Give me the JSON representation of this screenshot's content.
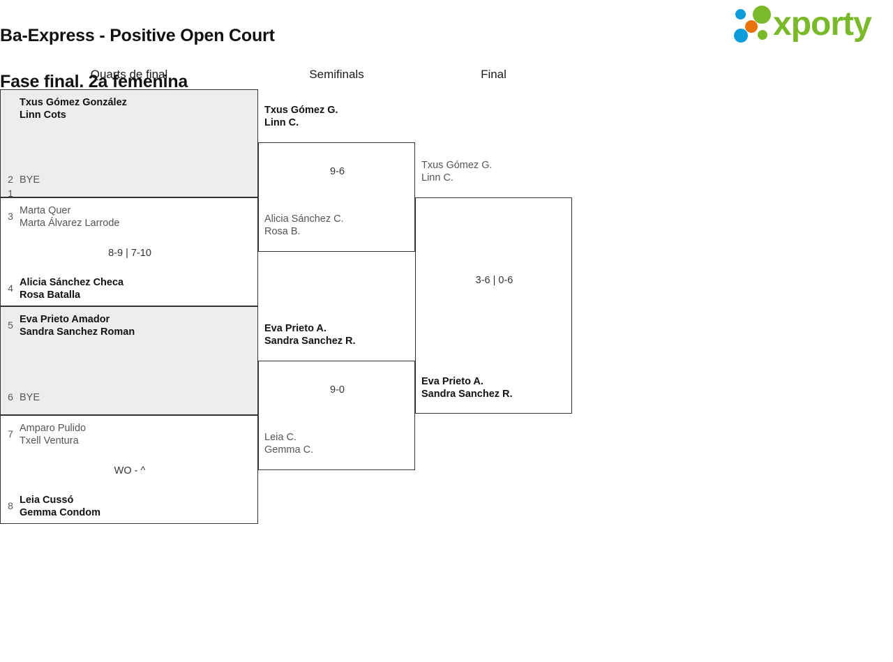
{
  "header": {
    "title_line1": "Ba-Express - Positive Open Court",
    "title_line2": "Fase final. 2a femenina",
    "logo_text": "xporty",
    "logo_colors": {
      "green": "#7ab929",
      "blue": "#0d9ddb",
      "orange": "#e8730c"
    }
  },
  "rounds": [
    {
      "label": "Quarts de final"
    },
    {
      "label": "Semifinals"
    },
    {
      "label": "Final"
    }
  ],
  "colors": {
    "shaded_row": "#ededed",
    "border": "#333333",
    "winner_text": "#111111",
    "loser_text": "#555555"
  },
  "bracket": {
    "round1": [
      {
        "shaded": true,
        "score": "",
        "top": {
          "seed": "1",
          "p1": "Txus Gómez González",
          "p2": "Linn Cots",
          "winner": true
        },
        "bottom": {
          "seed": "2",
          "p1": "BYE",
          "p2": "",
          "winner": false
        }
      },
      {
        "shaded": false,
        "score": "8-9 | 7-10",
        "top": {
          "seed": "3",
          "p1": "Marta Quer",
          "p2": "Marta Álvarez Larrode",
          "winner": false
        },
        "bottom": {
          "seed": "4",
          "p1": "Alicia Sánchez Checa",
          "p2": "Rosa Batalla",
          "winner": true
        }
      },
      {
        "shaded": true,
        "score": "",
        "top": {
          "seed": "5",
          "p1": "Eva Prieto Amador",
          "p2": "Sandra Sanchez Roman",
          "winner": true
        },
        "bottom": {
          "seed": "6",
          "p1": "BYE",
          "p2": "",
          "winner": false
        }
      },
      {
        "shaded": false,
        "score": "WO - ^",
        "top": {
          "seed": "7",
          "p1": "Amparo Pulido",
          "p2": "Txell Ventura",
          "winner": false
        },
        "bottom": {
          "seed": "8",
          "p1": "Leia Cussó",
          "p2": "Gemma Condom",
          "winner": true
        }
      }
    ],
    "semifinals": [
      {
        "score": "9-6",
        "top": {
          "p1": "Txus Gómez G.",
          "p2": "Linn C.",
          "winner": true
        },
        "bottom": {
          "p1": "Alicia Sánchez C.",
          "p2": "Rosa B.",
          "winner": false
        }
      },
      {
        "score": "9-0",
        "top": {
          "p1": "Eva Prieto A.",
          "p2": "Sandra Sanchez R.",
          "winner": true
        },
        "bottom": {
          "p1": "Leia C.",
          "p2": "Gemma C.",
          "winner": false
        }
      }
    ],
    "final": [
      {
        "score": "3-6 | 0-6",
        "top": {
          "p1": "Txus Gómez G.",
          "p2": "Linn C.",
          "winner": false
        },
        "bottom": {
          "p1": "Eva Prieto A.",
          "p2": "Sandra Sanchez R.",
          "winner": true
        }
      }
    ]
  }
}
